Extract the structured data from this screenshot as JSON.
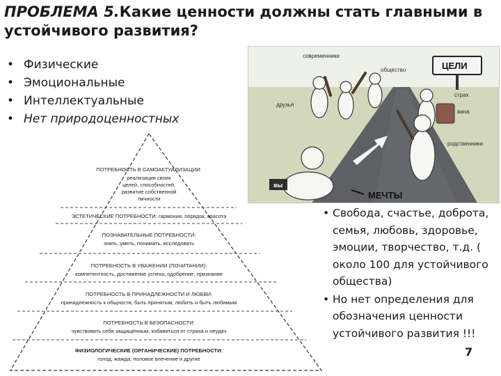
{
  "slide": {
    "title_lead": "ПРОБЛЕМА 5.",
    "title_rest": "Какие ценности должны стать главными в  устойчивого развития?",
    "bullets": [
      "Физические",
      "Эмоциональные",
      "Интеллектуальные",
      "Нет природоценностных"
    ],
    "values_text": "Свобода,  счастье, доброта,  семья, любовь, здоровье, эмоции, творчество, т.д.  ( около 100  для устойчивого общества)",
    "no_definition_text": "Но нет определения для обозначения ценности устойчивого развития !!!",
    "page_number": "7"
  },
  "cartoon": {
    "labels": {
      "society": "общество",
      "contemporaries": "современники",
      "goals": "ЦЕЛИ",
      "friends": "друзья",
      "fear": "страх",
      "guilt": "вина",
      "relatives": "родственники",
      "you": "вы",
      "dreams": "МЕЧТЫ"
    },
    "colors": {
      "sky": "#f1f2ee",
      "ground": "#c9cfae",
      "road": "#5d6166",
      "label_bg": "#2e2e2e",
      "text": "#2a2a2a"
    }
  },
  "pyramid": {
    "levels": [
      {
        "title": "ПОТРЕБНОСТЬ В САМОАКТУАЛИЗАЦИИ:",
        "desc": [
          "реализация своих",
          "целей, способностей,",
          "развитие собственной",
          "личности"
        ]
      },
      {
        "title": "ЭСТЕТИЧЕСКИЕ ПОТРЕБНОСТИ: гармония, порядок, красота",
        "desc": []
      },
      {
        "title": "ПОЗНАВАТЕЛЬНЫЕ ПОТРЕБНОСТИ:",
        "desc": [
          "знать, уметь, понимать, исследовать"
        ]
      },
      {
        "title": "ПОТРЕБНОСТЬ В УВАЖЕНИИ (ПОЧИТАНИИ):",
        "desc": [
          "компетентность, достижение успеха, одобрение, признание"
        ]
      },
      {
        "title": "ПОТРЕБНОСТЬ В ПРИНАДЛЕЖНОСТИ И ЛЮБВИ:",
        "desc": [
          "принадлежность к общности, быть принятым, любить и быть любимым"
        ]
      },
      {
        "title": "ПОТРЕБНОСТЬ В БЕЗОПАСНОСТИ:",
        "desc": [
          "чувствовать себя защищённым, избавиться от страха и неудач"
        ]
      },
      {
        "title": "ФИЗИОЛОГИЧЕСКИЕ (ОРГАНИЧЕСКИЕ) ПОТРЕБНОСТИ:",
        "desc": [
          "голод, жажда, половое влечение и другие"
        ]
      }
    ]
  }
}
